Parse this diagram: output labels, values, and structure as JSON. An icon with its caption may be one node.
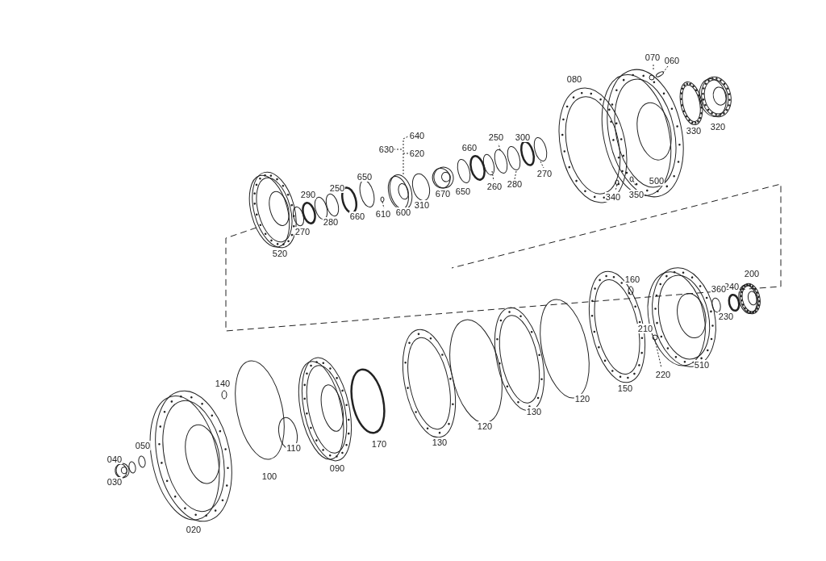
{
  "diagram": {
    "labels": [
      "070",
      "060",
      "080",
      "320",
      "330",
      "640",
      "250",
      "300",
      "660",
      "630",
      "620",
      "270",
      "650",
      "500",
      "280",
      "260",
      "670",
      "250",
      "350",
      "650",
      "340",
      "290",
      "310",
      "600",
      "610",
      "660",
      "280",
      "270",
      "520",
      "200",
      "160",
      "240",
      "360",
      "230",
      "210",
      "510",
      "220",
      "140",
      "150",
      "120",
      "130",
      "120",
      "130",
      "170",
      "110",
      "050",
      "040",
      "090",
      "100",
      "030",
      "020"
    ]
  }
}
